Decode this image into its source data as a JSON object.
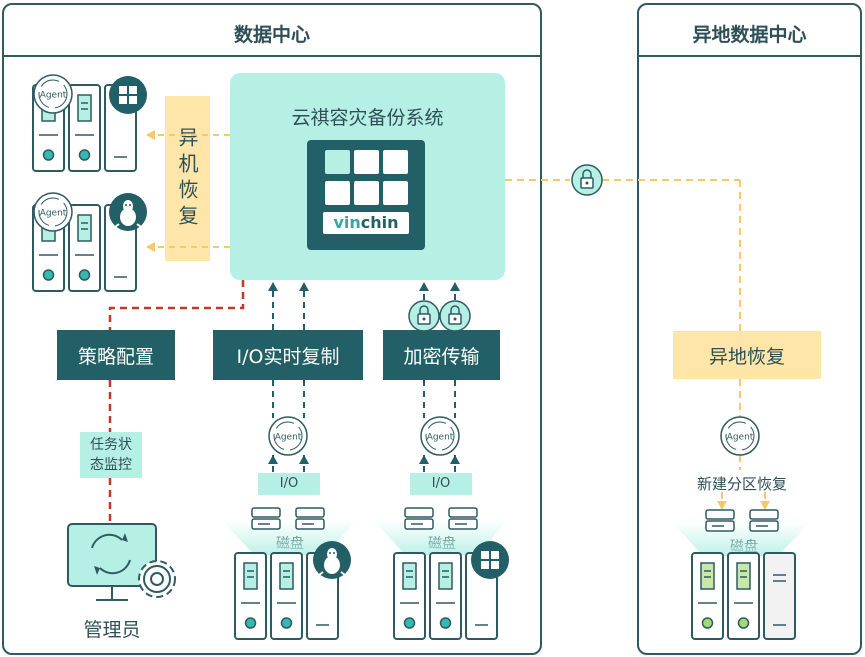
{
  "panels": {
    "main_title": "数据中心",
    "remote_title": "异地数据中心"
  },
  "backup_system": {
    "title": "云祺容灾备份系统",
    "logo_prefix": "vin",
    "logo_suffix": "chin"
  },
  "labels": {
    "heterogeneous_recovery": "异机恢复",
    "policy_config": "策略配置",
    "io_replication": "I/O实时复制",
    "encrypted_transfer": "加密传输",
    "remote_recovery": "异地恢复",
    "task_monitor_line1": "任务状",
    "task_monitor_line2": "态监控",
    "io": "I/O",
    "disk": "磁盘",
    "new_partition_recovery": "新建分区恢复",
    "admin": "管理员",
    "agent": "Agent"
  },
  "colors": {
    "dark_teal": "#235f66",
    "panel_border": "#2f5a62",
    "mint": "#b6f0e4",
    "yellow": "#fde6a8",
    "yellow_line": "#f5c86a",
    "red_line": "#c0392b",
    "green_accent": "#a3d977"
  },
  "icons": [
    "windows-icon",
    "linux-icon",
    "lock-icon",
    "agent-icon",
    "disk-icon",
    "server-icon",
    "gear-icon",
    "monitor-icon",
    "sync-icon"
  ]
}
